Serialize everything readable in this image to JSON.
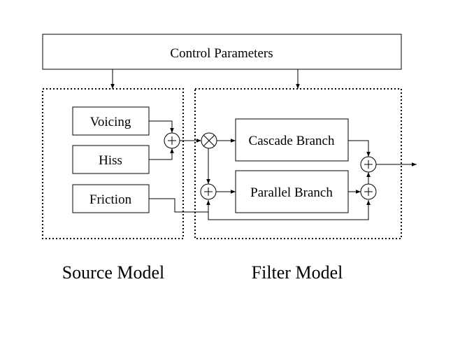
{
  "control": {
    "label": "Control Parameters"
  },
  "source": {
    "label": "Source Model",
    "voicing": "Voicing",
    "hiss": "Hiss",
    "friction": "Friction"
  },
  "filter": {
    "label": "Filter Model",
    "cascade": "Cascade Branch",
    "parallel": "Parallel Branch"
  }
}
